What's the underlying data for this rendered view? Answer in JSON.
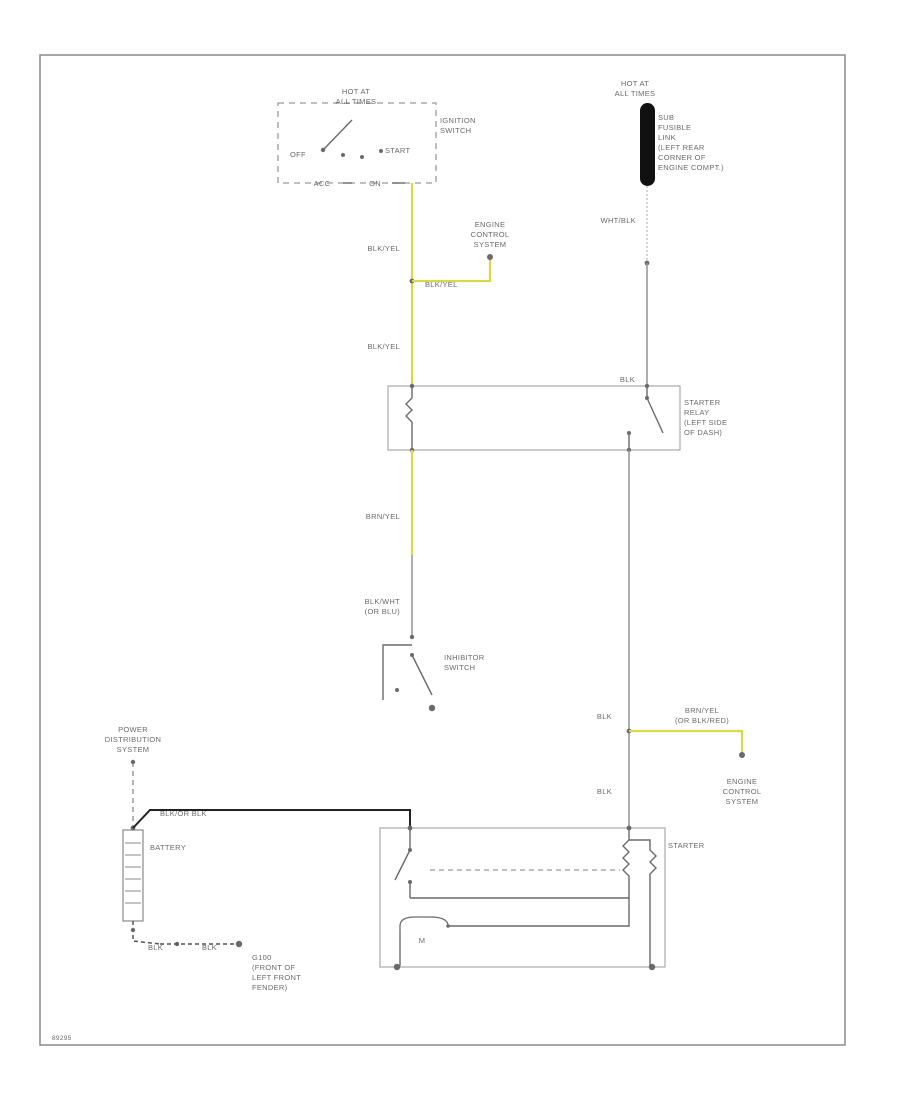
{
  "colors": {
    "wire": "#9a9a9a",
    "yellow_wire": "#d8d84a",
    "text": "#6a6a6a",
    "frame": "#8a8a8a"
  },
  "ignition_switch": {
    "hot_label_1": "HOT AT",
    "hot_label_2": "ALL TIMES",
    "name_1": "IGNITION",
    "name_2": "SWITCH",
    "pos_off": "OFF",
    "pos_start": "START",
    "pos_acc": "ACC",
    "pos_on": "ON"
  },
  "fusible_link": {
    "hot_label_1": "HOT AT",
    "hot_label_2": "ALL TIMES",
    "desc": [
      "SUB",
      "FUSIBLE",
      "LINK",
      "(LEFT REAR",
      "CORNER OF",
      "ENGINE COMPT.)"
    ],
    "wire_color": "WHT/BLK"
  },
  "engine_control_top": {
    "lines": [
      "ENGINE",
      "CONTROL",
      "SYSTEM"
    ],
    "wire_color": "BLK/YEL"
  },
  "wires": {
    "blk_yel_1": "BLK/YEL",
    "blk_yel_2": "BLK/YEL",
    "brn_yel": "BRN/YEL",
    "blk_wht_1": "BLK/WHT",
    "blk_wht_2": "(OR BLU)",
    "blk_relay": "BLK",
    "blk_1": "BLK",
    "blk_2": "BLK"
  },
  "starter_relay": {
    "lines": [
      "STARTER",
      "RELAY",
      "(LEFT SIDE",
      "OF DASH)"
    ]
  },
  "inhibitor_switch": {
    "lines": [
      "INHIBITOR",
      "SWITCH"
    ]
  },
  "engine_control_bottom": {
    "wire_color_1": "BRN/YEL",
    "wire_color_2": "(OR BLK/RED)",
    "lines": [
      "ENGINE",
      "CONTROL",
      "SYSTEM"
    ]
  },
  "power_distribution": {
    "lines": [
      "POWER",
      "DISTRIBUTION",
      "SYSTEM"
    ]
  },
  "battery": {
    "name": "BATTERY",
    "cable": "BLK/OR BLK"
  },
  "ground": {
    "wire_1": "BLK",
    "wire_2": "BLK",
    "lines": [
      "G100",
      "(FRONT OF",
      "LEFT FRONT",
      "FENDER)"
    ]
  },
  "starter": {
    "name": "STARTER",
    "motor": "M"
  },
  "footer": {
    "code": "89295"
  }
}
